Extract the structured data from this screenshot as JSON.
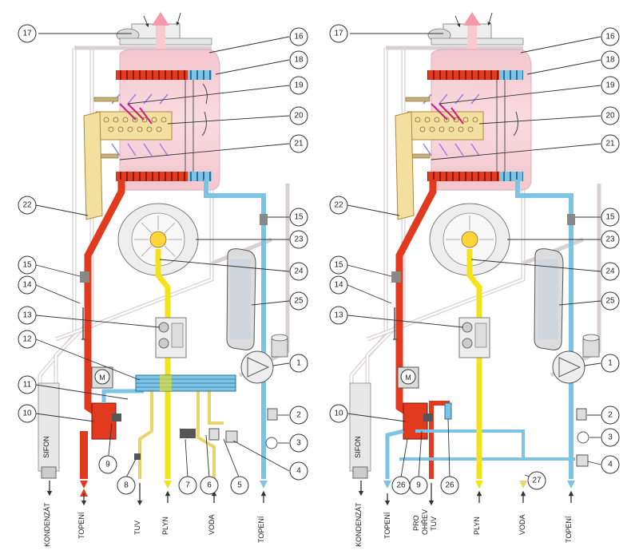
{
  "callouts_left": [
    "17",
    "16",
    "18",
    "19",
    "20",
    "21",
    "22",
    "15",
    "23",
    "24",
    "15",
    "14",
    "25",
    "13",
    "12",
    "1",
    "M",
    "11",
    "10",
    "2",
    "3",
    "9",
    "8",
    "7",
    "6",
    "5",
    "4"
  ],
  "callouts_right": [
    "17",
    "16",
    "18",
    "19",
    "20",
    "21",
    "22",
    "15",
    "23",
    "24",
    "15",
    "14",
    "25",
    "13",
    "1",
    "M",
    "10",
    "2",
    "3",
    "26",
    "9",
    "26",
    "27",
    "4"
  ],
  "left_labels": {
    "sifon": "SIFON",
    "kondenzat": "KONDENZÁT",
    "topeni_1": "TOPENÍ",
    "tuv": "TUV",
    "plyn": "PLYN",
    "voda": "VODA",
    "topeni_2": "TOPENÍ"
  },
  "right_labels": {
    "sifon": "SIFON",
    "kondenzat": "KONDENZÁT",
    "topeni_1": "TOPENÍ",
    "pro_ohrev_1": "PRO",
    "pro_ohrev_2": "OHŘEV",
    "pro_ohrev_3": "TUV",
    "plyn": "PLYN",
    "voda": "VODA",
    "topeni_2": "TOPENÍ"
  },
  "colors": {
    "hot_water": "#e23a1f",
    "cold_water": "#7cc3e4",
    "gas": "#f4e31a",
    "combustion_chamber": "#f7d9de",
    "burner": "#f3dfa0"
  }
}
